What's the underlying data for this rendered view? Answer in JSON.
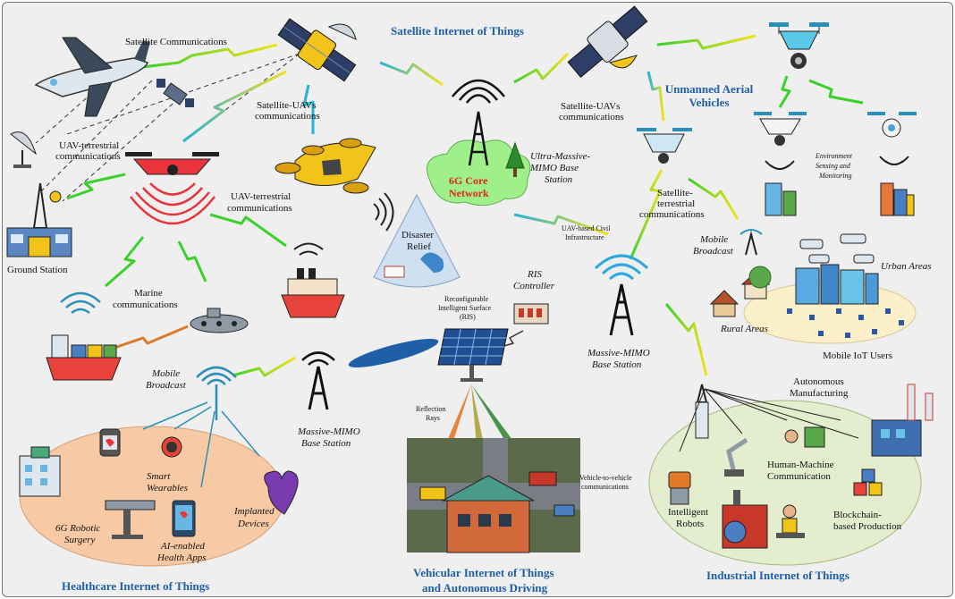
{
  "domains": {
    "satellite_iot": "Satellite Internet of Things",
    "uav": "Unmanned Aerial Vehicles",
    "healthcare_iot": "Healthcare Internet of Things",
    "vehicular_iot_line1": "Vehicular Internet of Things",
    "vehicular_iot_line2": "and Autonomous Driving",
    "industrial_iot": "Industrial Internet of Things"
  },
  "core": {
    "line1": "6G Core",
    "line2": "Network",
    "ultra_mimo_1": "Ultra-Massive-",
    "ultra_mimo_2": "MIMO Base",
    "ultra_mimo_3": "Station"
  },
  "links": {
    "satellite_communications": "Satellite Communications",
    "sat_uav_left_1": "Satellite-UAVs",
    "sat_uav_left_2": "communications",
    "sat_uav_right_1": "Satellite-UAVs",
    "sat_uav_right_2": "communications",
    "uav_terr_left_1": "UAV-terrestrial",
    "uav_terr_left_2": "communications",
    "uav_terr_mid_1": "UAV-terrestrial",
    "uav_terr_mid_2": "communications",
    "sat_terr_1": "Satellite-",
    "sat_terr_2": "terrestrial",
    "sat_terr_3": "communications",
    "marine_1": "Marine",
    "marine_2": "communications",
    "uav_civil_1": "UAV-based Civil",
    "uav_civil_2": "Infrastructure",
    "v2v_1": "Vehicle-to-vehicle",
    "v2v_2": "communications",
    "reflection_1": "Reflection",
    "reflection_2": "Rays"
  },
  "nodes": {
    "ground_station": "Ground Station",
    "disaster_1": "Disaster",
    "disaster_2": "Relief",
    "ris_1": "Reconfigurable",
    "ris_2": "Intelligent Surface",
    "ris_3": "(RIS)",
    "ris_ctrl_1": "RIS",
    "ris_ctrl_2": "Controller",
    "mmimo_center_1": "Massive-MIMO",
    "mmimo_center_2": "Base Station",
    "mmimo_left_1": "Massive-MIMO",
    "mmimo_left_2": "Base Station",
    "mobile_bc_left_1": "Mobile",
    "mobile_bc_left_2": "Broadcast",
    "mobile_bc_right_1": "Mobile",
    "mobile_bc_right_2": "Broadcast",
    "env_1": "Environment",
    "env_2": "Sensing and",
    "env_3": "Monitoring",
    "urban": "Urban Areas",
    "rural": "Rural Areas",
    "mobile_iot_users": "Mobile IoT Users"
  },
  "health": {
    "smart_1": "Smart",
    "smart_2": "Wearables",
    "robotic_1": "6G Robotic",
    "robotic_2": "Surgery",
    "ai_1": "AI-enabled",
    "ai_2": "Health Apps",
    "implanted_1": "Implanted",
    "implanted_2": "Devices"
  },
  "industry": {
    "auto_1": "Autonomous",
    "auto_2": "Manufacturing",
    "hmc_1": "Human-Machine",
    "hmc_2": "Communication",
    "robots_1": "Intelligent",
    "robots_2": "Robots",
    "block_1": "Blockchain-",
    "block_2": "based Production"
  },
  "colors": {
    "link_green": "#39d12a",
    "link_yellow": "#f2e21a",
    "link_blue": "#27b3d6",
    "domain_blue": "#1f5fa8",
    "core_cloud": "#9ff08a",
    "core_text": "#e0261b",
    "health_ellipse": "#f7c9a5",
    "industry_ellipse": "#e5edcf",
    "user_ellipse": "#fbf0c9",
    "disaster_cone": "#cfe0f1"
  }
}
